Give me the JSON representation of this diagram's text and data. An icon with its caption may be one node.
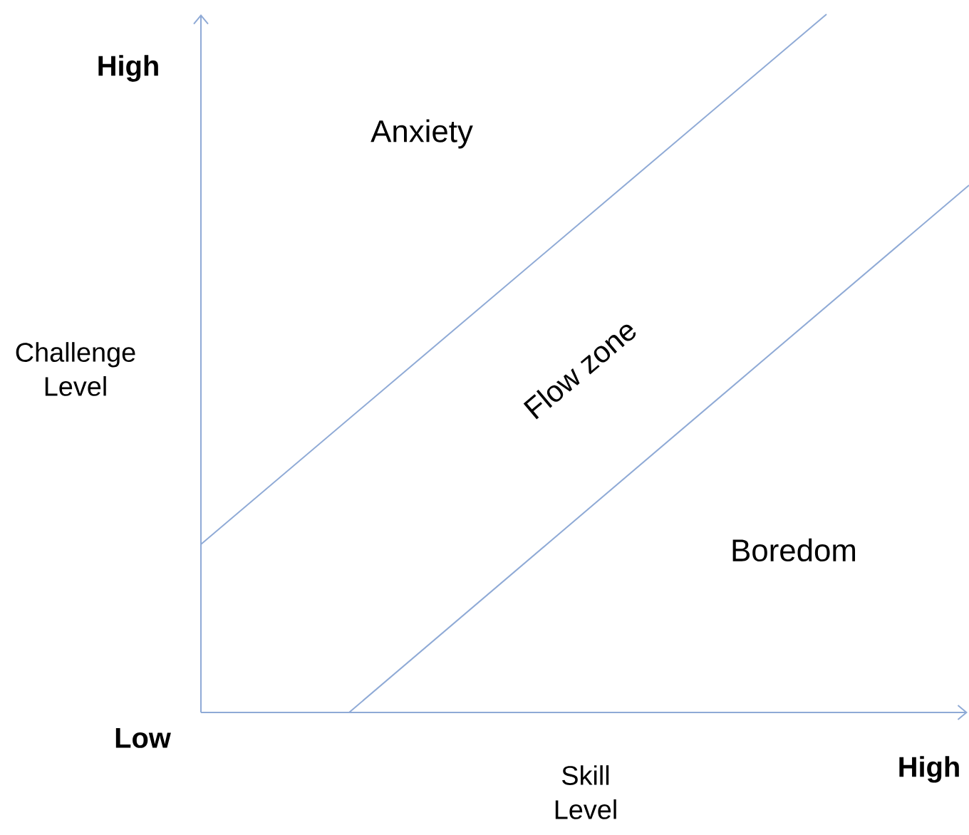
{
  "diagram": {
    "labels": [
      "High",
      "Anxiety",
      "Challenge Level",
      "Flow zone",
      "Boredom",
      "Low",
      "Skill Level",
      "High"
    ]
  }
}
